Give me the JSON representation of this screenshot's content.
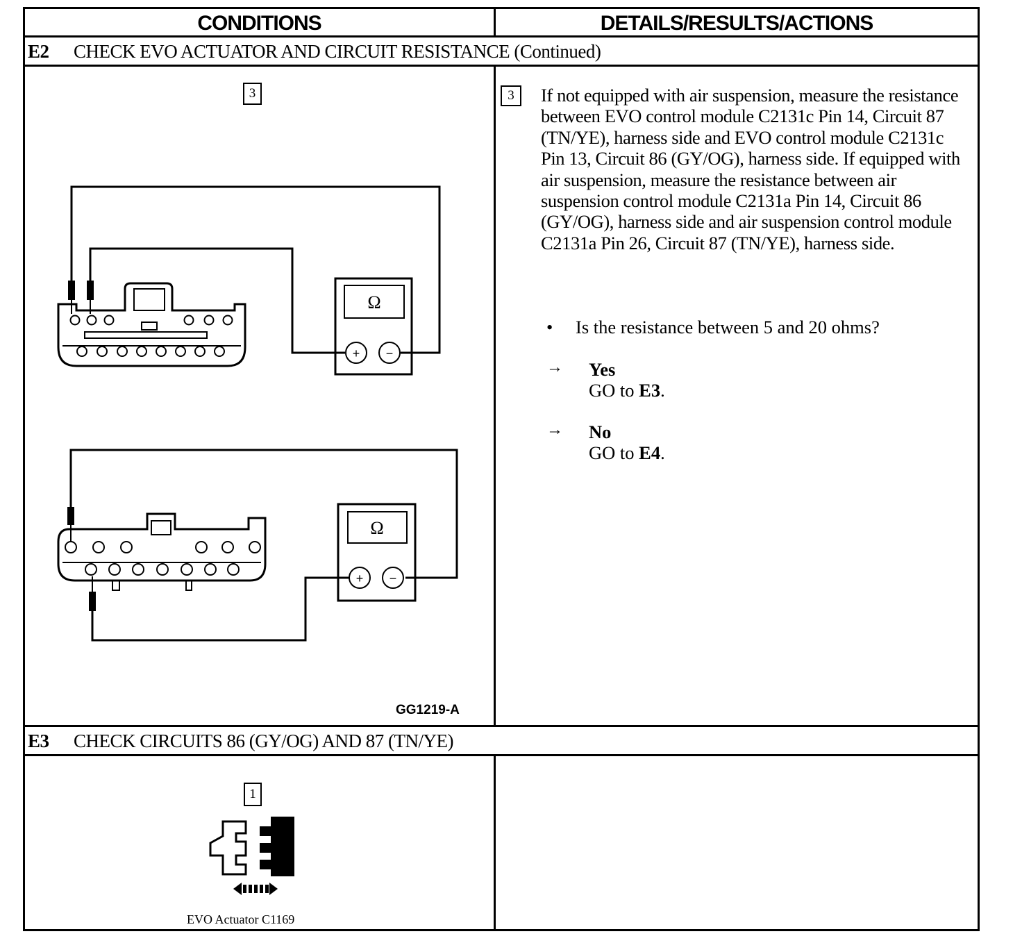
{
  "header": {
    "conditions_label": "CONDITIONS",
    "details_label": "DETAILS/RESULTS/ACTIONS"
  },
  "e2": {
    "id": "E2",
    "title": "CHECK EVO ACTUATOR AND CIRCUIT RESISTANCE (Continued)",
    "step_number": "3",
    "illustration": {
      "meter_symbol": "Ω",
      "plus_symbol": "+",
      "minus_symbol": "−",
      "figure_code": "GG1219-A"
    },
    "details": {
      "step_number": "3",
      "text": "If not equipped with air suspension, measure the resistance between EVO control module C2131c Pin 14, Circuit 87 (TN/YE), harness side and EVO control module C2131c Pin 13, Circuit 86 (GY/OG), harness side. If equipped with air suspension,  measure the resistance between air suspension control module C2131a Pin 14, Circuit 86 (GY/OG), harness side and air suspension control module C2131a Pin 26, Circuit 87 (TN/YE), harness side.",
      "bullet_symbol": "•",
      "question": "Is the resistance between 5 and 20 ohms?",
      "arrow_symbol": "→",
      "yes_label": "Yes",
      "yes_action_prefix": "GO to ",
      "yes_target": "E3",
      "no_label": "No",
      "no_action_prefix": "GO to ",
      "no_target": "E4"
    }
  },
  "e3": {
    "id": "E3",
    "title": "CHECK CIRCUITS 86 (GY/OG) AND 87 (TN/YE)",
    "step_number": "1",
    "illustration_caption": "EVO Actuator C1169"
  }
}
